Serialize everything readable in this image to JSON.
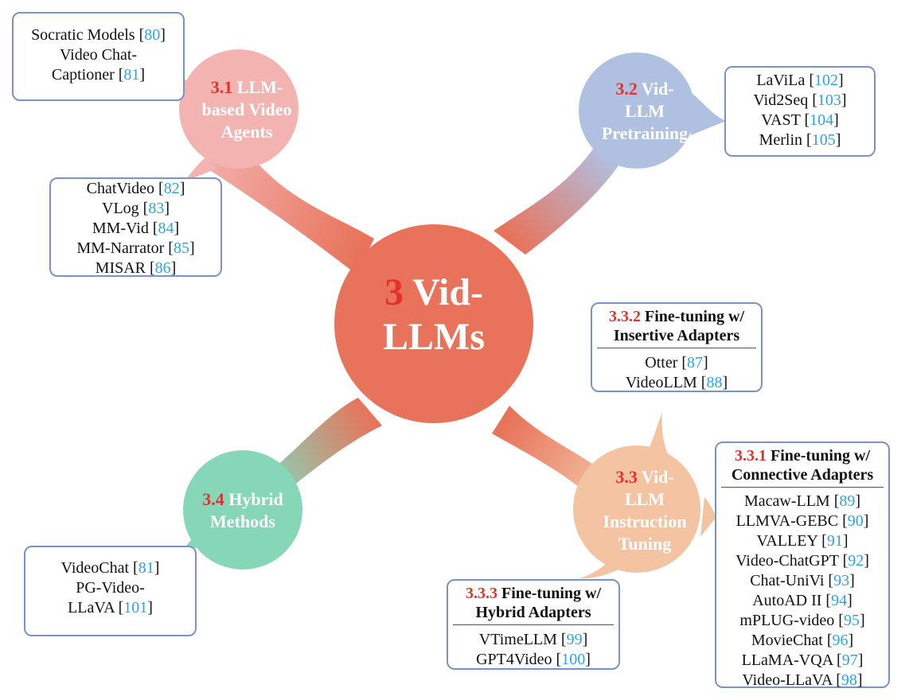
{
  "colors": {
    "center": "#e8735a",
    "agents": "#f3b3b1",
    "pretraining": "#b0c0e1",
    "instruction": "#f4c3a2",
    "hybrid": "#86d6b8",
    "border": "#7a93c7",
    "number": "#e4322b",
    "ref": "#2aa4e3"
  },
  "center": {
    "num": "3",
    "title_line1": "Vid-",
    "title_line2": "LLMs"
  },
  "nodes": {
    "agents": {
      "num": "3.1",
      "line1": "LLM-",
      "line2": "based Video",
      "line3": "Agents"
    },
    "pretraining": {
      "num": "3.2",
      "line1": "Vid-",
      "line2": "LLM",
      "line3": "Pretraining"
    },
    "instruction": {
      "num": "3.3",
      "line1": "Vid-",
      "line2": "LLM",
      "line3": "Instruction",
      "line4": "Tuning"
    },
    "hybrid": {
      "num": "3.4",
      "line1": "Hybrid",
      "line2": "Methods"
    }
  },
  "boxes": {
    "agents_top": [
      {
        "text": "Socratic Models [",
        "ref": "80",
        "end": "]"
      },
      {
        "text": "Video Chat-",
        "ref": "",
        "end": ""
      },
      {
        "text": "Captioner [",
        "ref": "81",
        "end": "]"
      }
    ],
    "agents_bottom": [
      {
        "text": "ChatVideo [",
        "ref": "82",
        "end": "]"
      },
      {
        "text": "VLog [",
        "ref": "83",
        "end": "]"
      },
      {
        "text": "MM-Vid [",
        "ref": "84",
        "end": "]"
      },
      {
        "text": "MM-Narrator [",
        "ref": "85",
        "end": "]"
      },
      {
        "text": "MISAR [",
        "ref": "86",
        "end": "]"
      }
    ],
    "pretraining": [
      {
        "text": "LaViLa [",
        "ref": "102",
        "end": "]"
      },
      {
        "text": "Vid2Seq [",
        "ref": "103",
        "end": "]"
      },
      {
        "text": "VAST [",
        "ref": "104",
        "end": "]"
      },
      {
        "text": "Merlin [",
        "ref": "105",
        "end": "]"
      }
    ],
    "insertive": {
      "num": "3.3.2",
      "line1": "Fine-tuning w/",
      "line2": "Insertive Adapters",
      "items": [
        {
          "text": "Otter [",
          "ref": "87",
          "end": "]"
        },
        {
          "text": "VideoLLM [",
          "ref": "88",
          "end": "]"
        }
      ]
    },
    "connective": {
      "num": "3.3.1",
      "line1": "Fine-tuning w/",
      "line2": "Connective Adapters",
      "items": [
        {
          "text": "Macaw-LLM [",
          "ref": "89",
          "end": "]"
        },
        {
          "text": "LLMVA-GEBC [",
          "ref": "90",
          "end": "]"
        },
        {
          "text": "VALLEY [",
          "ref": "91",
          "end": "]"
        },
        {
          "text": "Video-ChatGPT [",
          "ref": "92",
          "end": "]"
        },
        {
          "text": "Chat-UniVi [",
          "ref": "93",
          "end": "]"
        },
        {
          "text": "AutoAD II [",
          "ref": "94",
          "end": "]"
        },
        {
          "text": "mPLUG-video [",
          "ref": "95",
          "end": "]"
        },
        {
          "text": "MovieChat [",
          "ref": "96",
          "end": "]"
        },
        {
          "text": "LLaMA-VQA [",
          "ref": "97",
          "end": "]"
        },
        {
          "text": "Video-LLaVA [",
          "ref": "98",
          "end": "]"
        }
      ]
    },
    "hybrid_adapters": {
      "num": "3.3.3",
      "line1": "Fine-tuning w/",
      "line2": "Hybrid Adapters",
      "items": [
        {
          "text": "VTimeLLM [",
          "ref": "99",
          "end": "]"
        },
        {
          "text": "GPT4Video [",
          "ref": "100",
          "end": "]"
        }
      ]
    },
    "hybrid": [
      {
        "text": "VideoChat [",
        "ref": "81",
        "end": "]"
      },
      {
        "text": "PG-Video-",
        "ref": "",
        "end": ""
      },
      {
        "text": "LLaVA [",
        "ref": "101",
        "end": "]"
      }
    ]
  }
}
